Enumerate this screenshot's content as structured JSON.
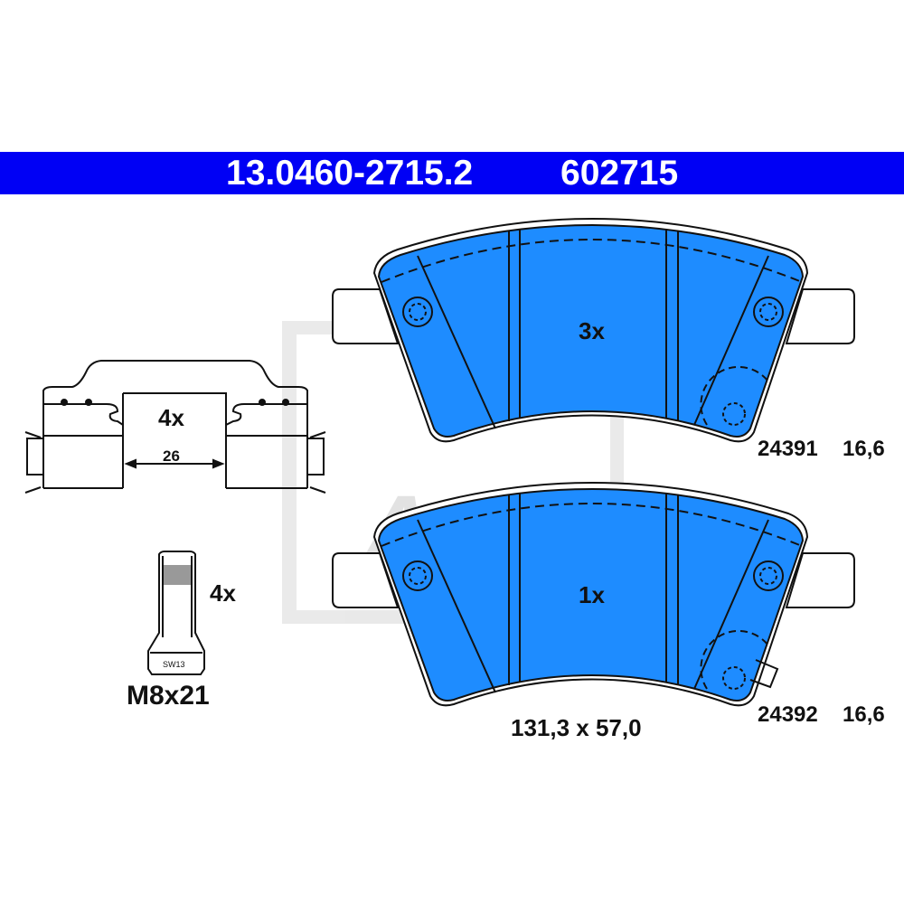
{
  "header": {
    "part_number": "13.0460-2715.2",
    "article_number": "602715",
    "background_color": "#0000f5"
  },
  "pads": [
    {
      "quantity": "3x",
      "ref": "24391",
      "thickness": "16,6"
    },
    {
      "quantity": "1x",
      "ref": "24392",
      "thickness": "16,6"
    }
  ],
  "pad_dimensions": "131,3 x 57,0",
  "pad_color": "#1e8cff",
  "clip": {
    "quantity": "4x",
    "dimension": "26"
  },
  "bolt": {
    "quantity": "4x",
    "wrench_size": "SW13",
    "size": "M8x21"
  },
  "watermark": {
    "logo": "Ate"
  }
}
